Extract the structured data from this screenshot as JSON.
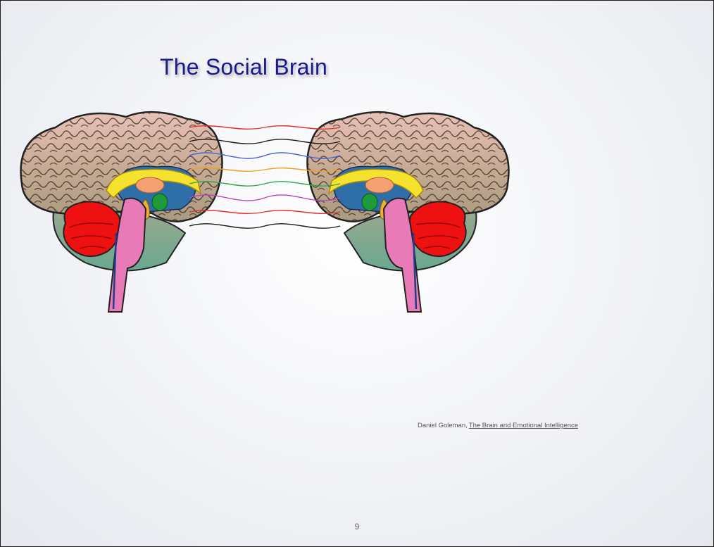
{
  "slide": {
    "title": "The Social Brain",
    "citation": {
      "author": "Daniel Goleman,",
      "book": "The Brain and Emotional Intelligence"
    },
    "page_number": "9"
  },
  "diagram": {
    "figures": [
      "brain-left",
      "brain-right"
    ],
    "link_colors": [
      "#e0322c",
      "#1a1a1a",
      "#3a5fd0",
      "#f0a020",
      "#2aa84a",
      "#c040c0",
      "#e0322c",
      "#1a1a1a"
    ],
    "colors": {
      "cortex": "#c7a890",
      "cortex_outline": "#3a2a20",
      "cerebellum": "#ee1111",
      "brainstem": "#e87ab8",
      "limbic_area": "#2f6fa8",
      "corpus_callosum": "#f5e22e",
      "thalamus": "#f5a070",
      "amygdala": "#1f9a3a",
      "hypothalamus": "#f0b030",
      "temporal_lobe": "#7aa890"
    }
  }
}
